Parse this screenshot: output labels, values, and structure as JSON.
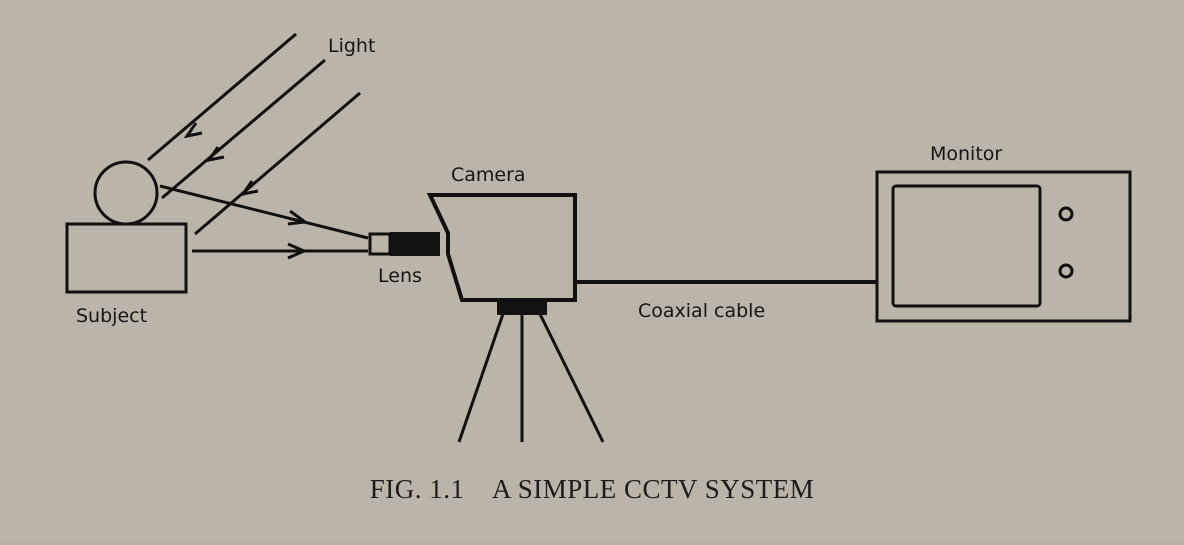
{
  "labels": {
    "light": "Light",
    "subject": "Subject",
    "lens": "Lens",
    "camera": "Camera",
    "coaxial_cable": "Coaxial cable",
    "monitor": "Monitor"
  },
  "caption": "FIG. 1.1    A SIMPLE CCTV SYSTEM",
  "colors": {
    "background": "#bab5a8",
    "ink": "#111111"
  }
}
